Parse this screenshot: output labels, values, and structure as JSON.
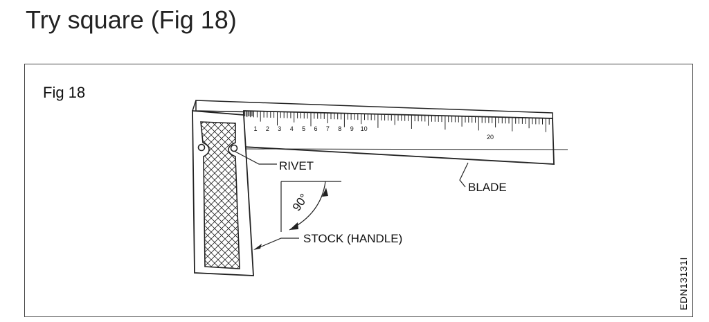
{
  "title": "Try square (Fig 18)",
  "figure": {
    "label": "Fig 18",
    "code": "EDN13131I",
    "labels": {
      "rivet": "RIVET",
      "blade": "BLADE",
      "stock": "STOCK (HANDLE)",
      "angle": "90°"
    },
    "scale_numbers": [
      "1",
      "2",
      "3",
      "4",
      "5",
      "6",
      "7",
      "8",
      "9",
      "10",
      "20"
    ]
  }
}
